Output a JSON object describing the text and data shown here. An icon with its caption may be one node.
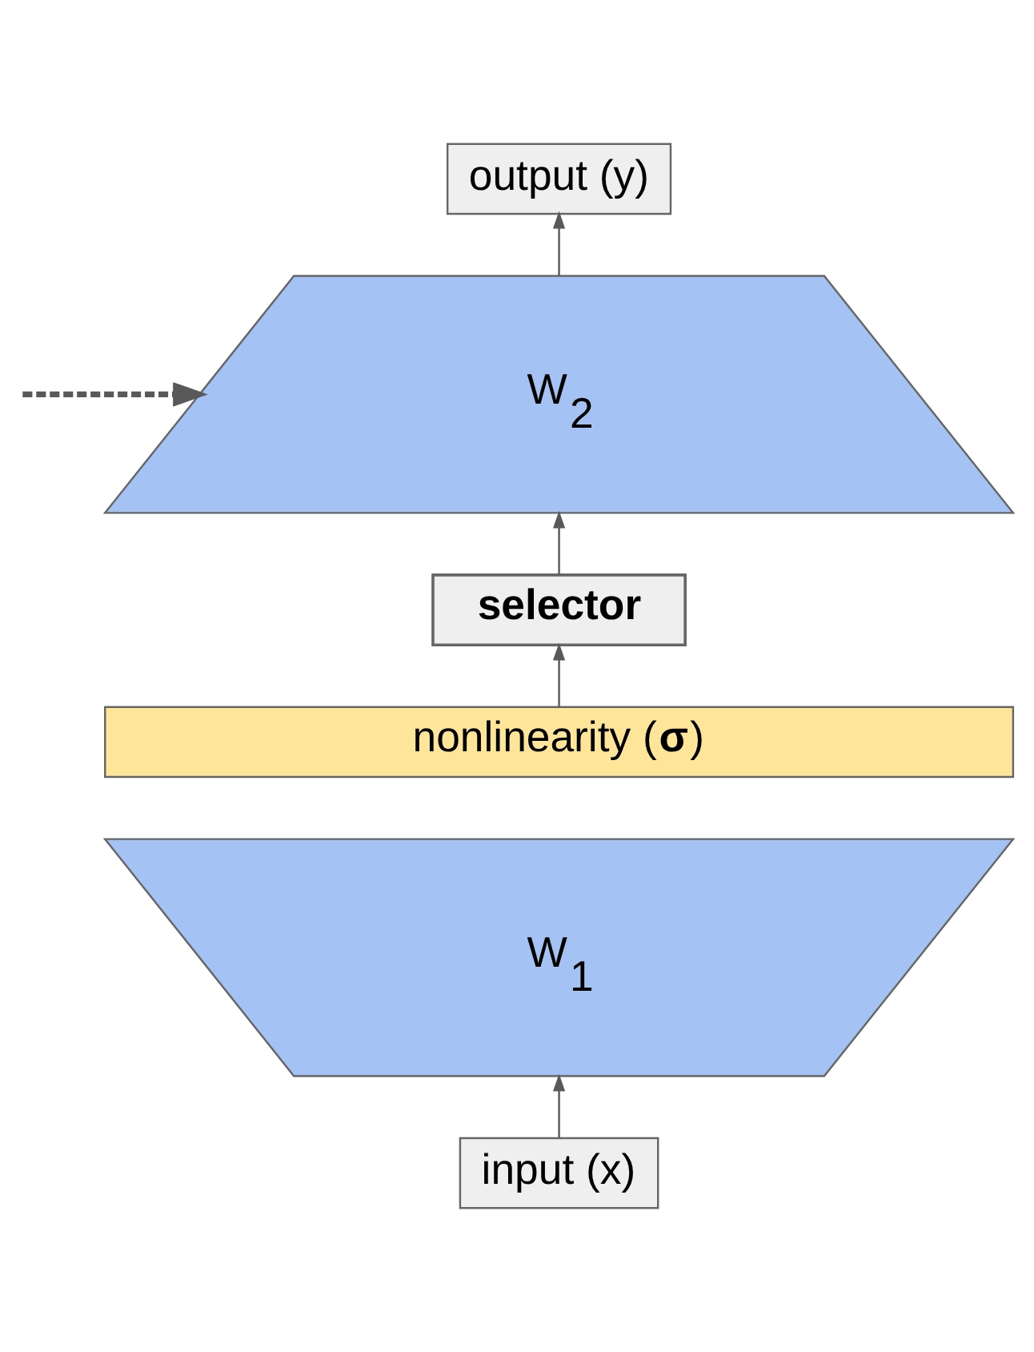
{
  "diagram": {
    "nodes": [
      {
        "text": [
          "output (y)"
        ]
      },
      {
        "text": [
          "W$_{2}$"
        ]
      },
      {
        "text": [
          "selector"
        ]
      },
      {
        "text": [
          "nonlinearity (**σ**)"
        ]
      },
      {
        "text": [
          "W$_{1}$"
        ]
      },
      {
        "text": [
          "input (x)"
        ]
      }
    ],
    "edges": [
      {
        "from": 5,
        "to": 4,
        "arrow": "to"
      },
      {
        "from": 3,
        "to": 2,
        "arrow": "to"
      },
      {
        "from": 2,
        "to": 1,
        "arrow": "to"
      },
      {
        "from": 1,
        "to": 0,
        "arrow": "to"
      },
      {
        "from": null,
        "to": 1,
        "arrow": "to",
        "style": "dashed",
        "color": "#595959"
      }
    ]
  }
}
